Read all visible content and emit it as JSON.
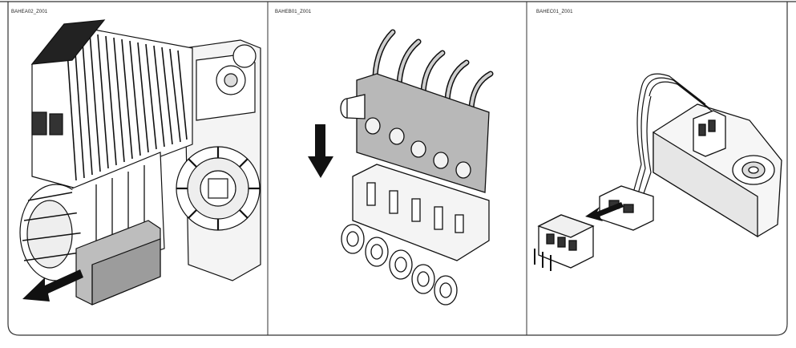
{
  "panels": [
    {
      "code": "BAHEA02_Z001"
    },
    {
      "code": "BAHEB01_Z001"
    },
    {
      "code": "BAHEC01_Z001"
    }
  ],
  "colors": {
    "line": "#111111",
    "frame": "#333333",
    "grey_fill": "#b8b8b8",
    "light_fill": "#f2f2f2",
    "dark_fill": "#2a2a2a"
  }
}
